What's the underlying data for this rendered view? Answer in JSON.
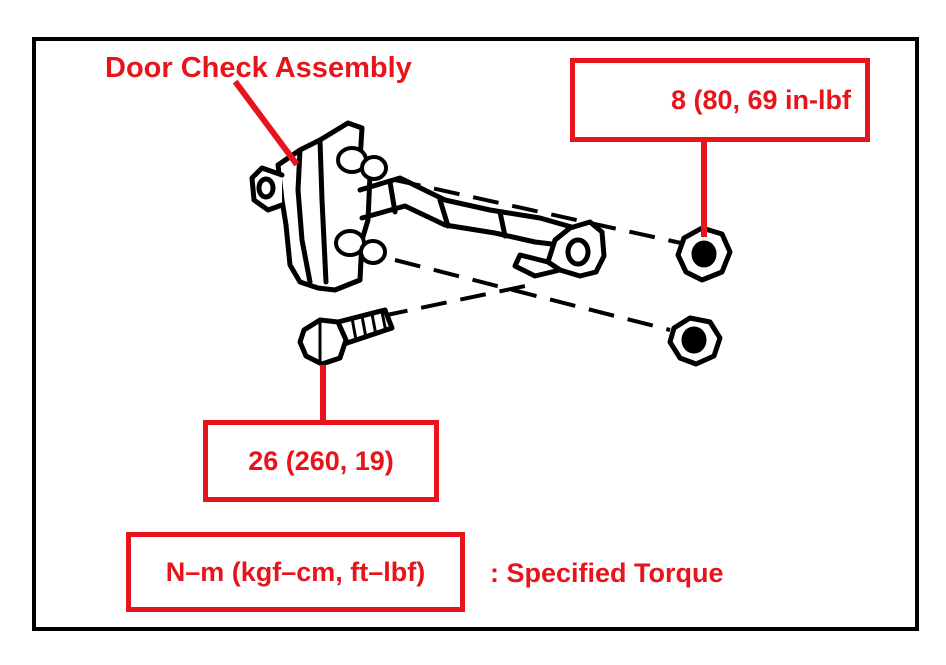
{
  "diagram": {
    "title": "Door Check Assembly",
    "callout_nut": "8 (80, 69 in-lbf",
    "callout_bolt": "26 (260, 19)",
    "legend_units": "N–m (kgf–cm, ft–lbf)",
    "legend_meaning": ": Specified Torque"
  },
  "colors": {
    "accent": "#e8141b",
    "line": "#000000",
    "background": "#ffffff"
  }
}
